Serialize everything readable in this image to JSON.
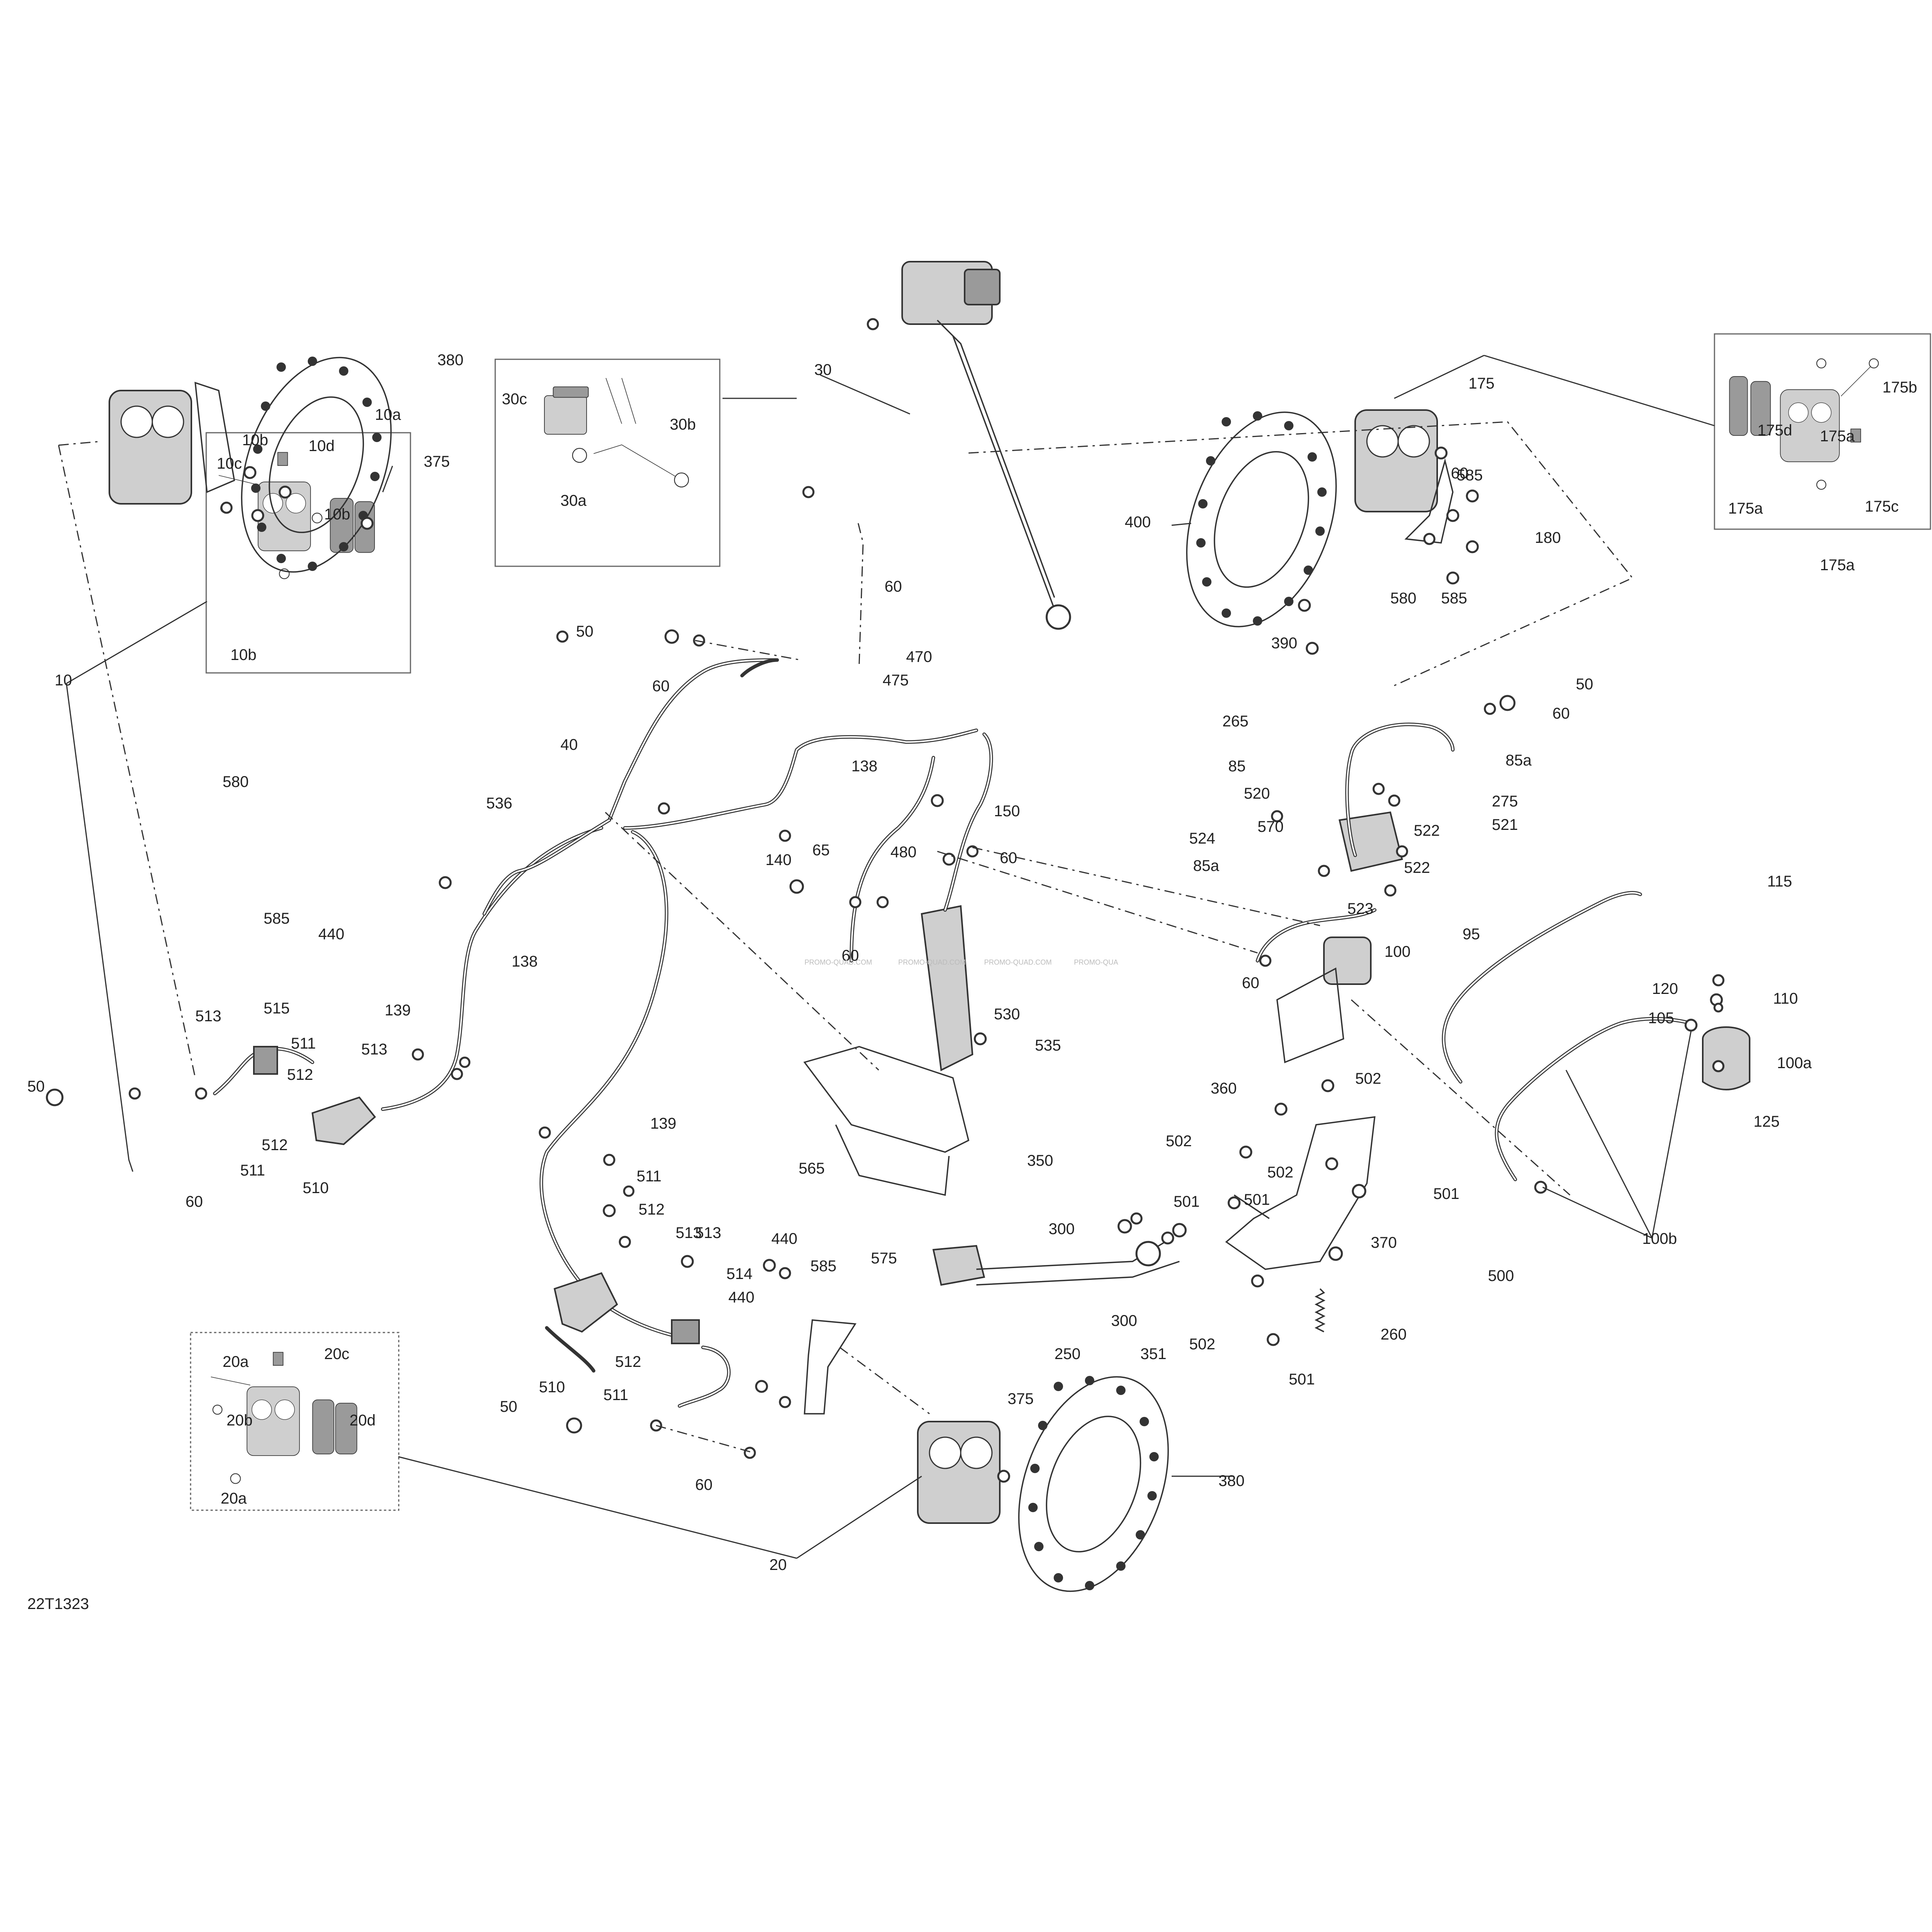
{
  "diagram": {
    "code": "22T1323",
    "watermark": [
      "PROMO-QUAD.COM",
      "PROMO-QUAD.COM",
      "PROMO-QUAD.COM",
      "PROMO-QUA"
    ],
    "parts": [
      "10",
      "10a",
      "10b",
      "10b",
      "10b",
      "10c",
      "10d",
      "20",
      "20a",
      "20a",
      "20b",
      "20c",
      "20d",
      "30",
      "30a",
      "30b",
      "30c",
      "40",
      "50",
      "50",
      "50",
      "50",
      "60",
      "60",
      "60",
      "60",
      "60",
      "60",
      "60",
      "60",
      "60",
      "65",
      "85",
      "85a",
      "85a",
      "95",
      "100",
      "100a",
      "100b",
      "105",
      "110",
      "115",
      "120",
      "125",
      "138",
      "138",
      "139",
      "139",
      "140",
      "150",
      "175",
      "175a",
      "175a",
      "175a",
      "175b",
      "175c",
      "175d",
      "180",
      "250",
      "260",
      "265",
      "275",
      "300",
      "300",
      "350",
      "351",
      "360",
      "370",
      "375",
      "375",
      "380",
      "380",
      "390",
      "400",
      "440",
      "440",
      "440",
      "470",
      "475",
      "480",
      "500",
      "501",
      "501",
      "501",
      "501",
      "502",
      "502",
      "502",
      "502",
      "510",
      "510",
      "511",
      "511",
      "511",
      "511",
      "512",
      "512",
      "512",
      "512",
      "513",
      "513",
      "513",
      "513",
      "514",
      "515",
      "520",
      "521",
      "522",
      "522",
      "523",
      "524",
      "530",
      "535",
      "536",
      "565",
      "570",
      "575",
      "580",
      "580",
      "585",
      "585",
      "585",
      "585"
    ]
  }
}
